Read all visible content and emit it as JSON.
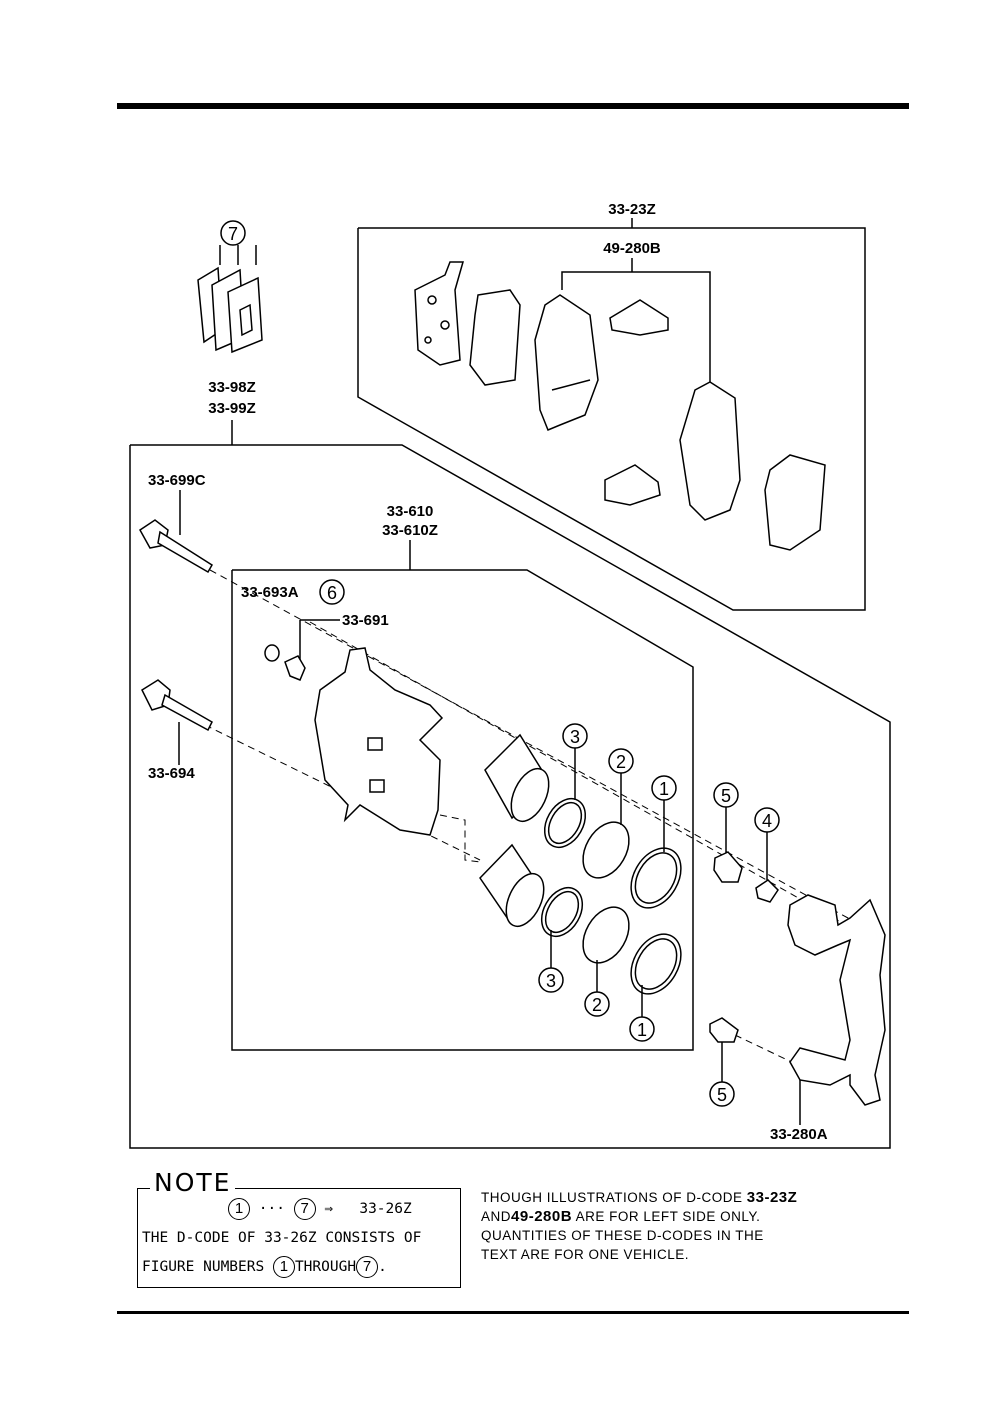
{
  "labels": {
    "pad_kit": "33-23Z",
    "pad_set": "49-280B",
    "pin_set": "33-98Z",
    "pin_set_alt": "33-99Z",
    "guide_bolt_upper": "33-699C",
    "caliper": "33-610",
    "caliper_alt": "33-610Z",
    "bleeder_cap": "33-693A",
    "bleeder_screw": "33-691",
    "guide_bolt_lower": "33-694",
    "bracket": "33-280A"
  },
  "callouts": {
    "shims": "7",
    "bleeder": "6",
    "dust_boot": "3",
    "seal": "2",
    "ring": "1",
    "pin_boot": "5",
    "sleeve": "4"
  },
  "note": {
    "title": "NOTE",
    "range_from": "1",
    "range_sep": "···",
    "range_to": "7",
    "arrow": "⇒",
    "range_code": "33-26Z",
    "line2": "THE D-CODE OF  33-26Z  CONSISTS OF",
    "line3_a": "FIGURE NUMBERS",
    "line3_n1": "1",
    "line3_b": "THROUGH",
    "line3_n2": "7",
    "line3_end": "."
  },
  "note_text": {
    "p1": "THOUGH ILLUSTRATIONS OF D-CODE ",
    "code1": "33-23Z",
    "p2": "AND",
    "code2": "49-280B",
    "p3": " ARE FOR LEFT SIDE ONLY.",
    "p4": "QUANTITIES OF THESE D-CODES IN THE",
    "p5": "TEXT ARE FOR ONE VEHICLE."
  }
}
